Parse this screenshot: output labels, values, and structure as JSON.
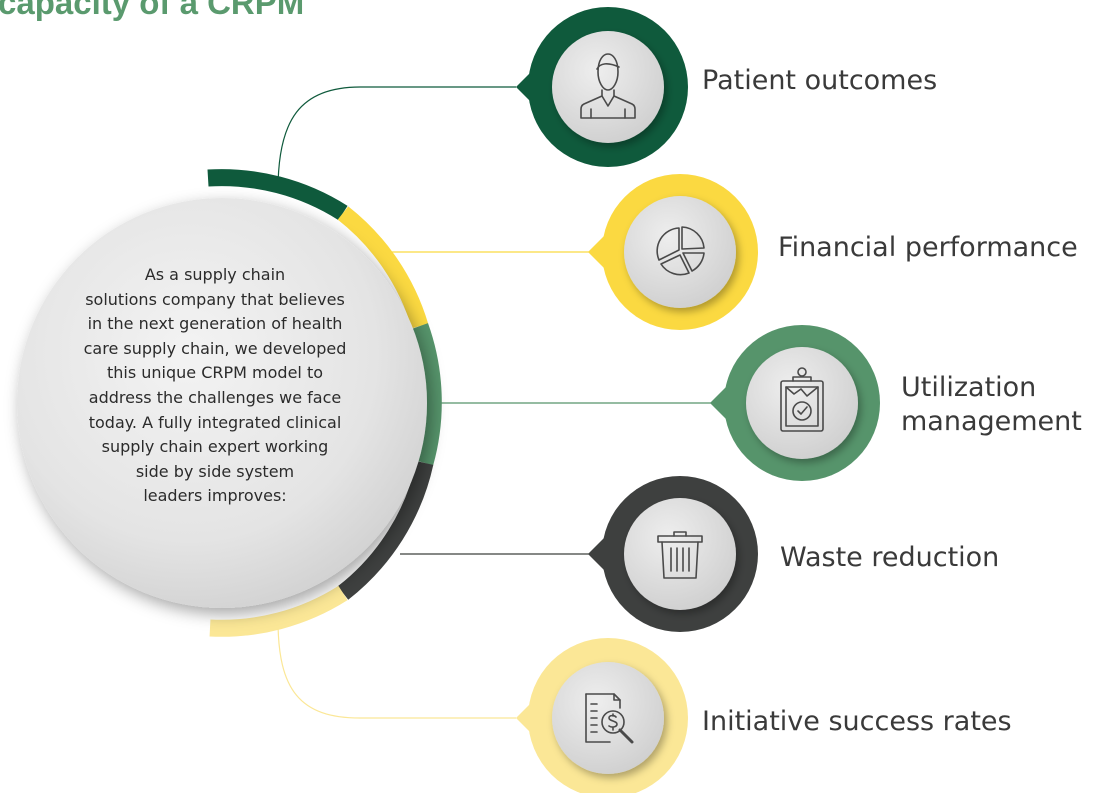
{
  "header": {
    "title": "capacity of a CRPM"
  },
  "center": {
    "lines": [
      "As a supply chain",
      "solutions company that believes",
      "in the next generation of health",
      "care supply chain, we developed",
      "this unique CRPM model to",
      "address the challenges we face",
      "today. A fully integrated clinical",
      "supply chain expert working",
      "side by side system",
      "leaders improves:"
    ]
  },
  "items": [
    {
      "label": "Patient outcomes",
      "icon": "person-icon",
      "color": "#0f5a3c"
    },
    {
      "label": "Financial performance",
      "icon": "pie-chart-icon",
      "color": "#fbd941"
    },
    {
      "label_line1": "Utilization",
      "label_line2": "management",
      "icon": "clipboard-check-icon",
      "color": "#56946b"
    },
    {
      "label": "Waste reduction",
      "icon": "trash-can-icon",
      "color": "#3e403f"
    },
    {
      "label": "Initiative success rates",
      "icon": "document-search-dollar-icon",
      "color": "#fbe796"
    }
  ],
  "colors": {
    "title": "#5a9a6e",
    "center_fill": "#e6e6e6",
    "icon_fill": "#dedede",
    "icon_stroke": "#4a4a4a",
    "text": "#3a3a3a"
  }
}
